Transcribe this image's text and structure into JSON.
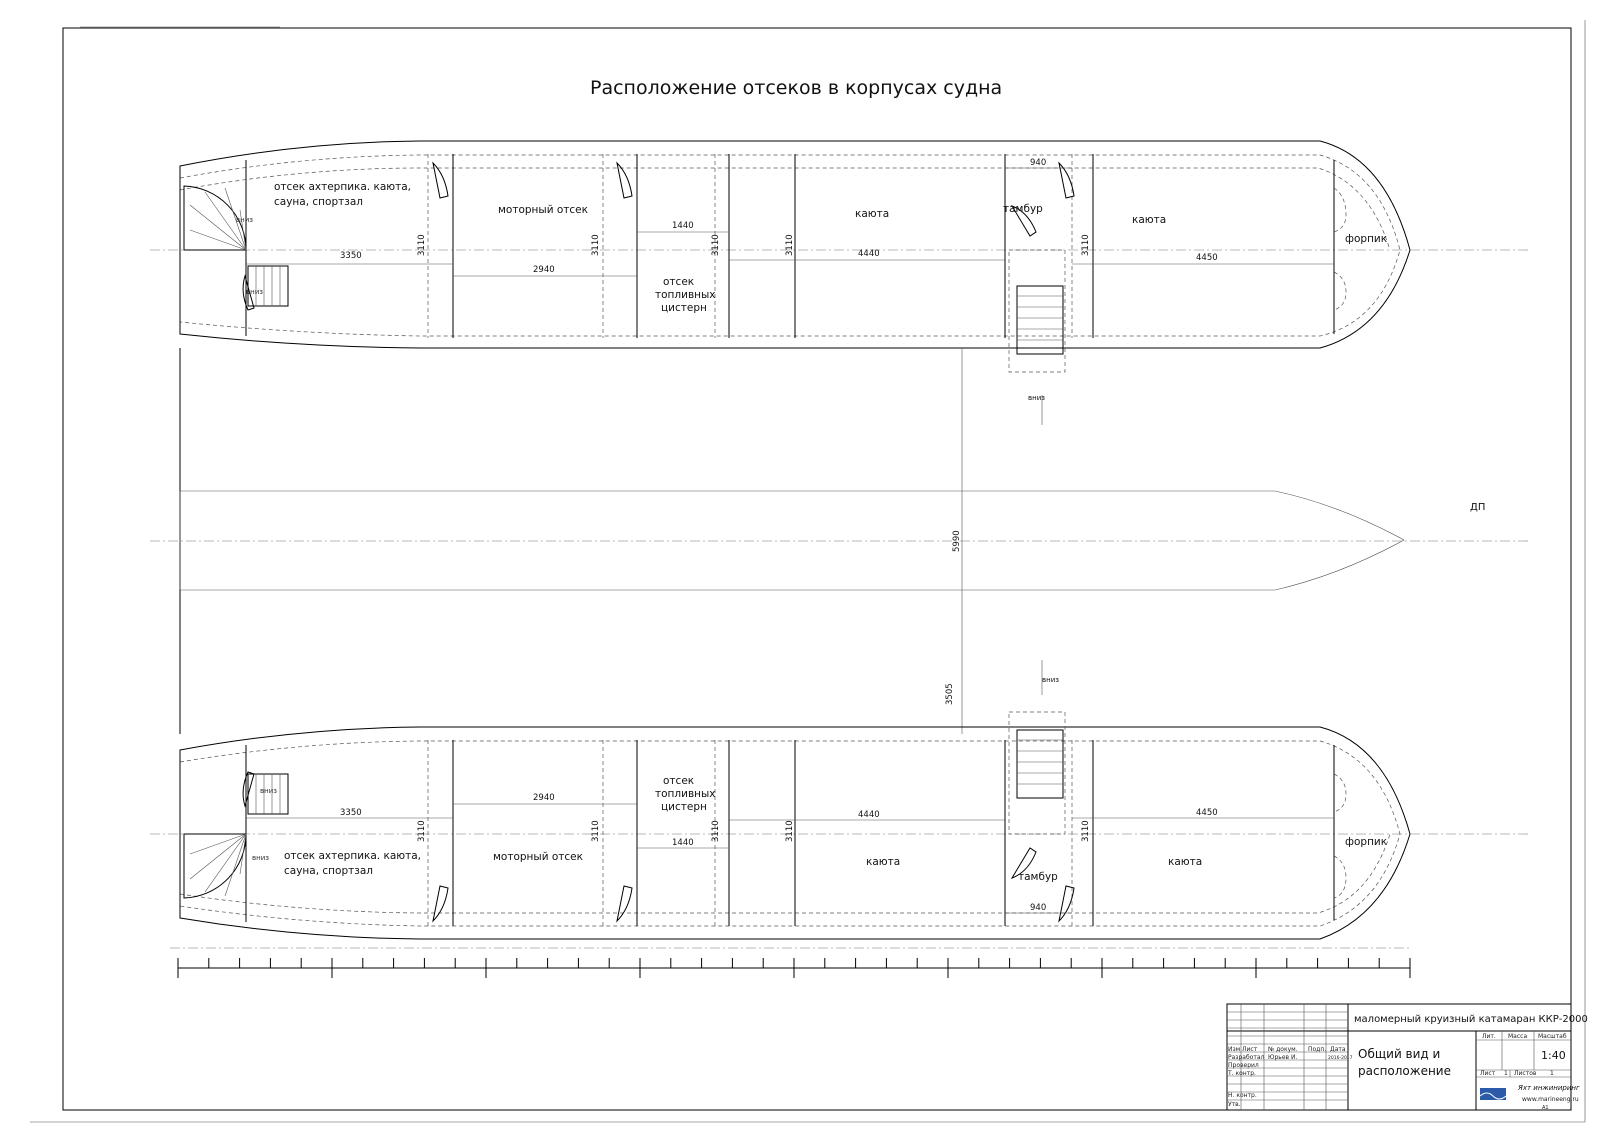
{
  "title": "Расположение отсеков в корпусах судна",
  "centerline_label": "ДП",
  "top_hull": {
    "aft_label": [
      "отсек ахтерпика. каюта,",
      "сауна, спортзал"
    ],
    "engine_label": "моторный отсек",
    "fuel_label": [
      "отсек",
      "топливных",
      "цистерн"
    ],
    "cabin1_label": "каюта",
    "vestibule_label": "тамбур",
    "cabin2_label": "каюта",
    "fore_label": "форпик",
    "down_labels": [
      "вниз",
      "вниз"
    ],
    "dims": {
      "d3350": "3350",
      "d2940": "2940",
      "d1440": "1440",
      "d4440": "4440",
      "d4450": "4450",
      "d940": "940",
      "d3110": "3110"
    }
  },
  "bottom_hull": {
    "aft_label": [
      "отсек ахтерпика. каюта,",
      "сауна, спортзал"
    ],
    "engine_label": "моторный отсек",
    "fuel_label": [
      "отсек",
      "топливных",
      "цистерн"
    ],
    "cabin1_label": "каюта",
    "vestibule_label": "тамбур",
    "cabin2_label": "каюта",
    "fore_label": "форпик",
    "down_labels": [
      "вниз",
      "вниз"
    ],
    "dims": {
      "d3350": "3350",
      "d2940": "2940",
      "d1440": "1440",
      "d4440": "4440",
      "d4450": "4450",
      "d940": "940",
      "d3110": "3110"
    }
  },
  "middle": {
    "down_top": "вниз",
    "down_bottom": "вниз",
    "dim_5990": "5990",
    "dim_3505": "3505"
  },
  "title_block": {
    "project": "маломерный круизный катамаран ККР-2000",
    "drawing_name": [
      "Общий вид и",
      "расположение"
    ],
    "hdr_izm": "Изм",
    "hdr_list": "Лист",
    "hdr_ndoc": "№ докум.",
    "hdr_podp": "Подп.",
    "hdr_data": "Дата",
    "row_razrab": "Разработал",
    "razrab_name": "Юрьев И.",
    "razrab_date": "2016-2017",
    "row_proveril": "Проверил",
    "row_tkontr": "Т. контр.",
    "row_nkontr": "Н. контр.",
    "row_utv": "Утв.",
    "hdr_lit": "Лит.",
    "hdr_massa": "Масса",
    "hdr_masshtab": "Масштаб",
    "scale": "1:40",
    "sheet_label": "Лист",
    "sheet_value": "1",
    "sheets_label": "Листов",
    "sheets_value": "1",
    "company": "Яхт инжиниринг",
    "website": "www.marineeng.ru",
    "format": "А1"
  }
}
